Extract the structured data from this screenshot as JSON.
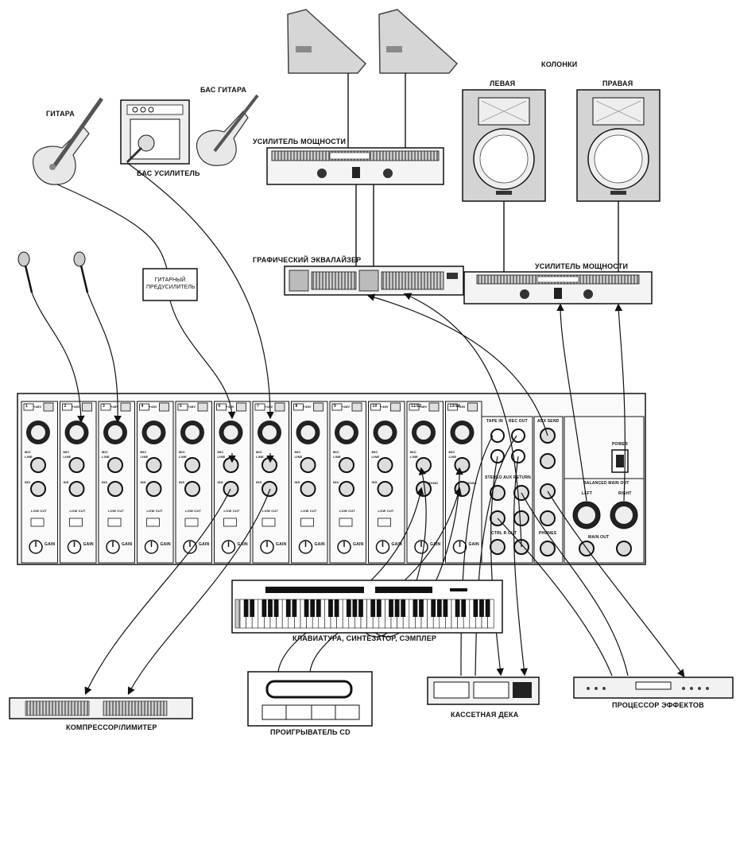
{
  "labels": {
    "speakers_title": "КОЛОНКИ",
    "left_speaker": "ЛЕВАЯ",
    "right_speaker": "ПРАВАЯ",
    "guitar": "ГИТАРА",
    "bass_guitar": "БАС ГИТАРА",
    "bass_amp": "БАС УСИЛИТЕЛЬ",
    "power_amp_top": "УСИЛИТЕЛЬ МОЩНОСТИ",
    "power_amp_right": "УСИЛИТЕЛЬ МОЩНОСТИ",
    "graphic_eq": "ГРАФИЧЕСКИЙ ЭКВАЛАЙЗЕР",
    "guitar_preamp": "ГИТАРНЫЙ ПРЕДУСИЛИТЕЛЬ",
    "compressor": "КОМПРЕССОР/ЛИМИТЕР",
    "cd_player": "ПРОИГРЫВАТЕЛЬ CD",
    "cassette_deck": "КАССЕТНАЯ ДЕКА",
    "effects_processor": "ПРОЦЕССОР ЭФФЕКТОВ",
    "keyboard": "КЛАВИАТУРА, СИНТЕЗАТОР, СЭМПЛЕР"
  },
  "mixer_labels": {
    "channel_numbers": [
      "1",
      "2",
      "3",
      "4",
      "5",
      "6",
      "7",
      "8",
      "9",
      "10",
      "11/12",
      "13/14"
    ],
    "phantom": "+48V",
    "mic": "MIC",
    "line": "LINE",
    "ins": "INS",
    "low_cut": "LOW CUT",
    "gain": "GAIN",
    "tape_in": "TAPE IN",
    "rec_out": "REC OUT",
    "aux_send": "AUX SEND",
    "stereo_aux_return": "STEREO AUX RETURN",
    "ctrl_r_out": "CTRL R OUT",
    "phones": "PHONES",
    "power": "POWER",
    "balanced_main_out": "BALANCED MAIN OUT",
    "left": "LEFT",
    "right": "RIGHT",
    "main_out": "MAIN OUT",
    "mono": "MONO"
  },
  "colors": {
    "stroke": "#111111",
    "gray_panel": "#c8c8c8",
    "light_gray": "#e2e2e2"
  }
}
